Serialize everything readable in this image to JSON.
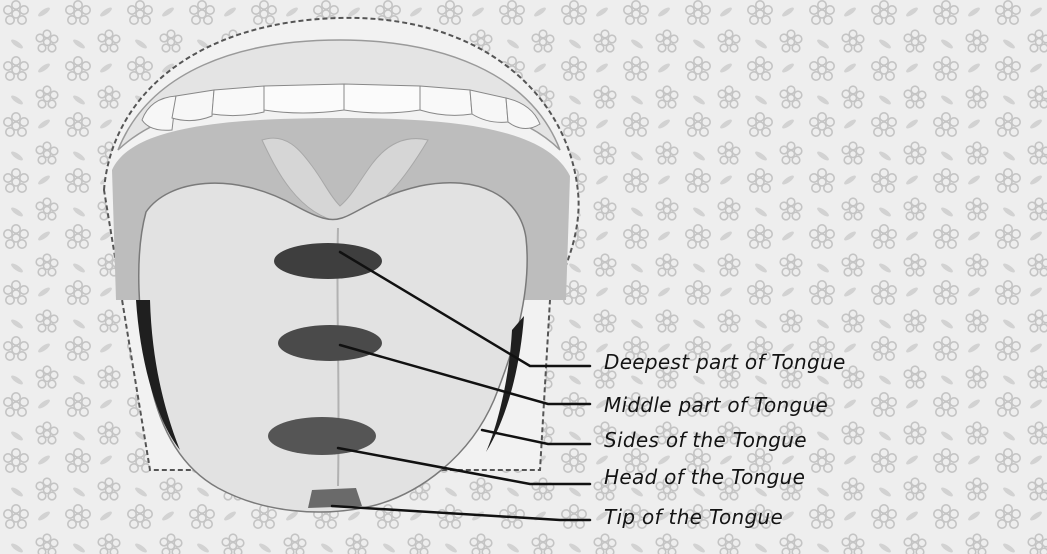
{
  "diagram": {
    "labels": [
      "Deepest part of Tongue",
      "Middle part of Tongue",
      "Sides of the Tongue",
      "Head of the Tongue",
      "Tip of the Tongue"
    ]
  },
  "colors": {
    "background": "#eeeeee",
    "pattern": "#c9c9c9",
    "tongue": "#e2e2e2",
    "throat": "#bdbdbd",
    "teeth": "#f7f7f7",
    "spot": "#444444",
    "leader_line": "#111111"
  }
}
